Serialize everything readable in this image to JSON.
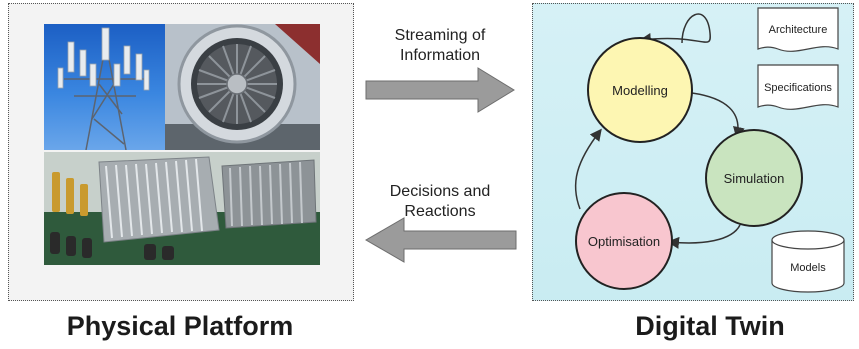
{
  "physical": {
    "title": "Physical Platform",
    "photos": [
      "cell-tower",
      "jet-engine",
      "circuit-board-heatsink"
    ]
  },
  "twin": {
    "title": "Digital Twin",
    "nodes": {
      "modelling": "Modelling",
      "simulation": "Simulation",
      "optimisation": "Optimisation"
    },
    "documents": {
      "architecture": "Architecture",
      "specifications": "Specifications"
    },
    "database": "Models"
  },
  "flows": {
    "streaming_line1": "Streaming of",
    "streaming_line2": "Information",
    "decisions_line1": "Decisions and",
    "decisions_line2": "Reactions"
  },
  "colors": {
    "modelling": "#fdf6b2",
    "simulation": "#c9e4bf",
    "optimisation": "#f8c6cf",
    "arrow": "#9b9b9b",
    "twin_background": "#cdeef4"
  }
}
